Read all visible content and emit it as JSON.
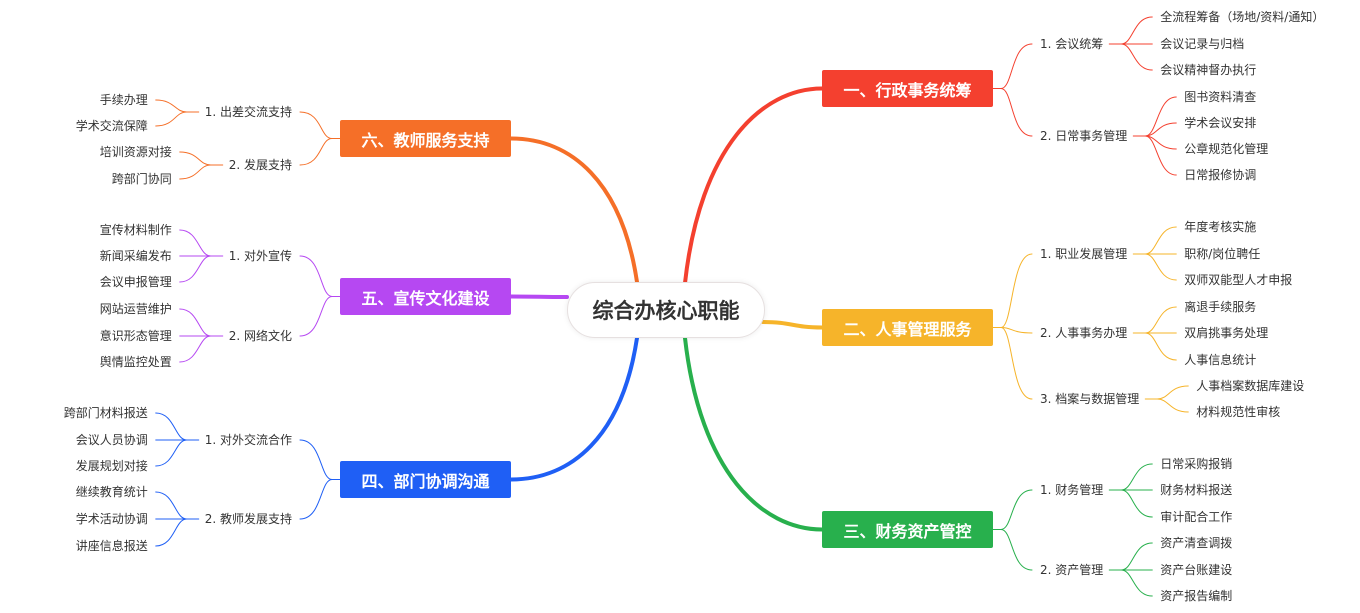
{
  "center": "综合办核心职能",
  "branches": [
    {
      "title": "一、行政事务统筹",
      "color": "#f4402f",
      "subs": [
        {
          "label": "1. 会议统筹",
          "leaves": [
            "全流程筹备（场地/资料/通知）",
            "会议记录与归档",
            "会议精神督办执行"
          ]
        },
        {
          "label": "2. 日常事务管理",
          "leaves": [
            "图书资料清查",
            "学术会议安排",
            "公章规范化管理",
            "日常报修协调"
          ]
        }
      ]
    },
    {
      "title": "二、人事管理服务",
      "color": "#f6b42a",
      "subs": [
        {
          "label": "1. 职业发展管理",
          "leaves": [
            "年度考核实施",
            "职称/岗位聘任",
            "双师双能型人才申报"
          ]
        },
        {
          "label": "2. 人事事务办理",
          "leaves": [
            "离退手续服务",
            "双肩挑事务处理",
            "人事信息统计"
          ]
        },
        {
          "label": "3. 档案与数据管理",
          "leaves": [
            "人事档案数据库建设",
            "材料规范性审核"
          ]
        }
      ]
    },
    {
      "title": "三、财务资产管控",
      "color": "#28b04d",
      "subs": [
        {
          "label": "1. 财务管理",
          "leaves": [
            "日常采购报销",
            "财务材料报送",
            "审计配合工作"
          ]
        },
        {
          "label": "2. 资产管理",
          "leaves": [
            "资产清查调拨",
            "资产台账建设",
            "资产报告编制"
          ]
        }
      ]
    },
    {
      "title": "四、部门协调沟通",
      "color": "#1f5ff5",
      "subs": [
        {
          "label": "1. 对外交流合作",
          "leaves": [
            "跨部门材料报送",
            "会议人员协调",
            "发展规划对接"
          ]
        },
        {
          "label": "2. 教师发展支持",
          "leaves": [
            "继续教育统计",
            "学术活动协调",
            "讲座信息报送"
          ]
        }
      ]
    },
    {
      "title": "五、宣传文化建设",
      "color": "#b648f2",
      "subs": [
        {
          "label": "1. 对外宣传",
          "leaves": [
            "宣传材料制作",
            "新闻采编发布",
            "会议申报管理"
          ]
        },
        {
          "label": "2. 网络文化",
          "leaves": [
            "网站运营维护",
            "意识形态管理",
            "舆情监控处置"
          ]
        }
      ]
    },
    {
      "title": "六、教师服务支持",
      "color": "#f56f28",
      "subs": [
        {
          "label": "1. 出差交流支持",
          "leaves": [
            "手续办理",
            "学术交流保障"
          ]
        },
        {
          "label": "2. 发展支持",
          "leaves": [
            "培训资源对接",
            "跨部门协同"
          ]
        }
      ]
    }
  ]
}
